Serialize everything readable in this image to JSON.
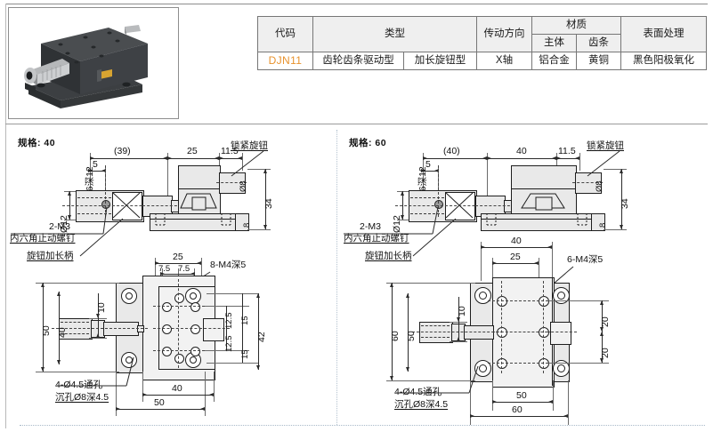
{
  "photo": {
    "alt_name": "djn11-linear-stage-product-photo",
    "body_color": "#3a3d40",
    "knob_color": "#c8c9cb",
    "accent_color": "#d8a431"
  },
  "spec_table": {
    "headers": {
      "code": "代码",
      "type": "类型",
      "drive_direction": "传动方向",
      "material": "材质",
      "material_body": "主体",
      "material_rack": "齿条",
      "surface": "表面处理"
    },
    "row": {
      "code": "DJN11",
      "type_1": "齿轮齿条驱动型",
      "type_2": "加长旋钮型",
      "drive_direction": "X轴",
      "material_body": "铝合金",
      "material_rack": "黄铜",
      "surface": "黑色阳极氧化"
    },
    "code_color": "#e8922c"
  },
  "left_section": {
    "title": "规格: 40",
    "front_view": {
      "d_39": "(39)",
      "d_25": "25",
      "d_115": "11.5",
      "d_5": "5",
      "d_34": "34",
      "d_8": "8",
      "dia_12": "Ø12",
      "dia_8": "Ø8",
      "m6_depth": "M6深12",
      "lbl_2m3": "2-M3",
      "lbl_hex_screw": "内六角止动螺钉",
      "lbl_knob_ext": "旋钮加长柄",
      "lbl_lock_knob": "锁紧旋钮"
    },
    "top_view": {
      "d_25": "25",
      "d_75a": "7.5",
      "d_75b": "7.5",
      "d_50_left": "50",
      "d_40_left": "40",
      "d_10": "10",
      "d_125a": "12.5",
      "d_125b": "12.5",
      "d_15a": "15",
      "d_15b": "15",
      "d_42": "42",
      "d_40_bottom": "40",
      "d_50_bottom": "50",
      "lbl_8m4": "8-M4深5",
      "lbl_thruhole": "4-Ø4.5通孔",
      "lbl_counterbore": "沉孔Ø8深4.5"
    }
  },
  "right_section": {
    "title": "规格: 60",
    "front_view": {
      "d_40p": "(40)",
      "d_40": "40",
      "d_115": "11.5",
      "d_5": "5",
      "d_34": "34",
      "d_8": "8",
      "dia_12": "Ø12",
      "dia_8": "Ø8",
      "m6_depth": "M6深12",
      "lbl_2m3": "2-M3",
      "lbl_hex_screw": "内六角止动螺钉",
      "lbl_knob_ext": "旋钮加长柄",
      "lbl_lock_knob": "锁紧旋钮"
    },
    "top_view": {
      "d_40_top": "40",
      "d_25": "25",
      "d_60_left": "60",
      "d_50_left": "50",
      "d_10": "10",
      "d_20a": "20",
      "d_20b": "20",
      "d_50_bottom": "50",
      "d_60_bottom": "60",
      "lbl_6m4": "6-M4深5",
      "lbl_thruhole": "4-Ø4.5通孔",
      "lbl_counterbore": "沉孔Ø8深4.5"
    }
  }
}
